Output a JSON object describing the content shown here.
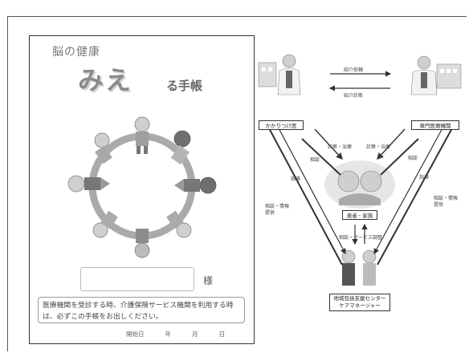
{
  "booklet": {
    "subtitle": "脳の健康",
    "title_large": "みえ",
    "title_small": "る手帳",
    "sama": "様",
    "notice": "医療機関を受診する時、介護保険サービス機関を利用する時は、必ずこの手帳をお出しください。",
    "date": {
      "label": "開始日",
      "year": "年",
      "month": "月",
      "day": "日"
    }
  },
  "diagram": {
    "left_doctor": "かかりつけ医",
    "right_doctor": "専門医療機関",
    "arrow_top": "紹介依頼",
    "arrow_bottom": "紹介診断",
    "left_inner": "診察・治療",
    "right_inner": "診察・治療",
    "left_mid": "相談",
    "right_mid": "相談",
    "left_outer_upper": "指導",
    "right_outer_upper": "指導",
    "left_outer_lower": "相談・情報提供",
    "right_outer_lower": "相談・情報提供",
    "patient": "患者・家族",
    "bottom_arrow": "相談・サービス調整",
    "care_center_line1": "地域包括支援センター",
    "care_center_line2": "ケアマネージャー"
  }
}
